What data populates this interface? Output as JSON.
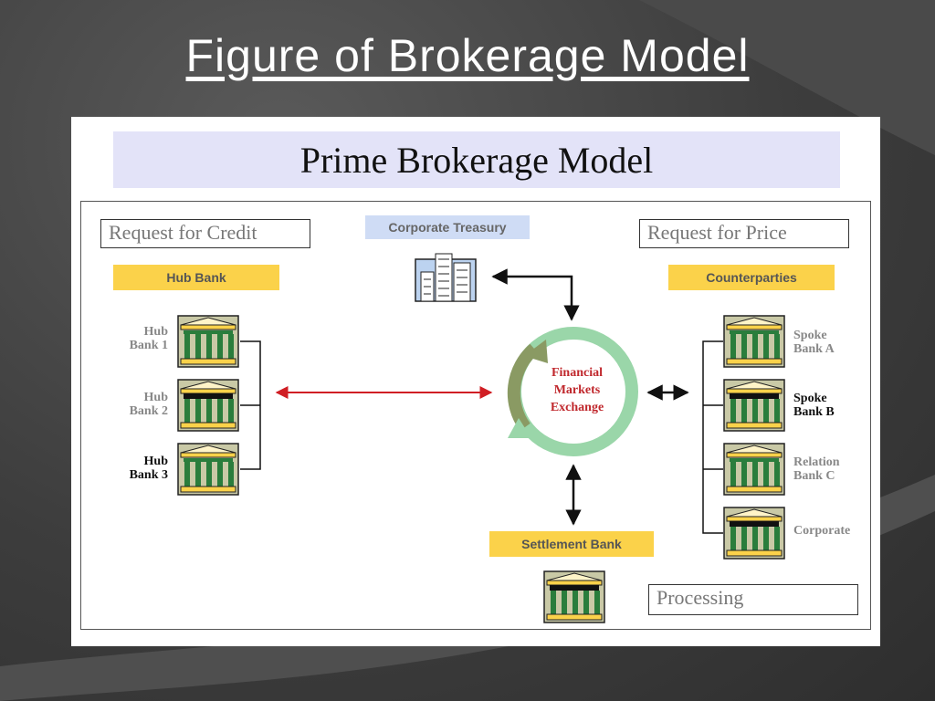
{
  "slide": {
    "title": "Figure of Brokerage Model"
  },
  "diagram": {
    "title": "Prime Brokerage Model",
    "request_credit": "Request for Credit",
    "request_price": "Request for Price",
    "processing": "Processing",
    "corporate_treasury": "Corporate Treasury",
    "hub_bank": "Hub Bank",
    "counterparties": "Counterparties",
    "settlement_bank": "Settlement Bank",
    "center": {
      "line1": "Financial",
      "line2": "Markets",
      "line3": "Exchange"
    },
    "hub_banks": [
      {
        "line1": "Hub",
        "line2": "Bank 1"
      },
      {
        "line1": "Hub",
        "line2": "Bank 2"
      },
      {
        "line1": "Hub",
        "line2": "Bank 3"
      }
    ],
    "spokes": [
      {
        "line1": "Spoke",
        "line2": "Bank A"
      },
      {
        "line1": "Spoke",
        "line2": "Bank B"
      },
      {
        "line1": "Relation",
        "line2": "Bank C"
      },
      {
        "line1": "Corporate",
        "line2": ""
      }
    ],
    "colors": {
      "yellow_label": "#fbd24a",
      "blue_label": "#cfdcf5",
      "title_band": "#e3e3f8",
      "ring": "#9ad6a9",
      "arrow_red": "#d01e24",
      "center_text": "#c0282d"
    }
  }
}
